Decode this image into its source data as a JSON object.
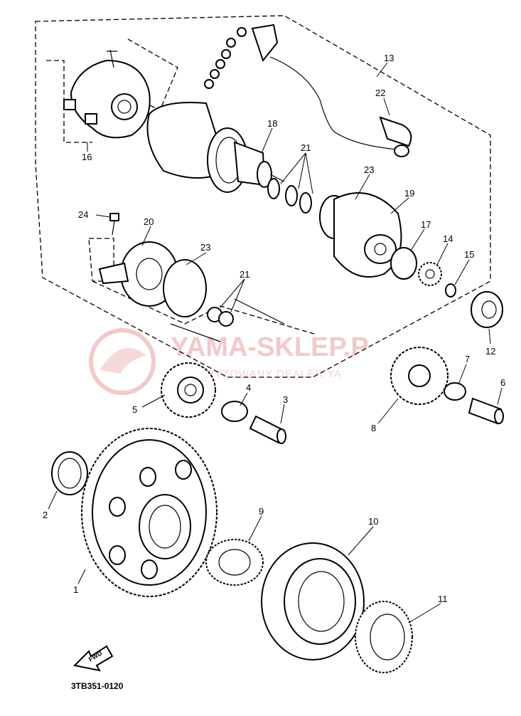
{
  "watermark": {
    "brand": "YAMA-SKLEP.P",
    "tagline": "AUTORYZOWANY DEALER YA"
  },
  "diagram_code": "3TB351-0120",
  "fwd_label": "FWD",
  "callouts": {
    "p1": "1",
    "p2": "2",
    "p3": "3",
    "p4": "4",
    "p5": "5",
    "p6": "6",
    "p7": "7",
    "p8": "8",
    "p9": "9",
    "p10": "10",
    "p11": "11",
    "p12": "12",
    "p13": "13",
    "p14": "14",
    "p15": "15",
    "p16": "16",
    "p17": "17",
    "p18": "18",
    "p19": "19",
    "p20": "20",
    "p21a": "21",
    "p21b": "21",
    "p22": "22",
    "p23a": "23",
    "p23b": "23",
    "p24": "24"
  }
}
